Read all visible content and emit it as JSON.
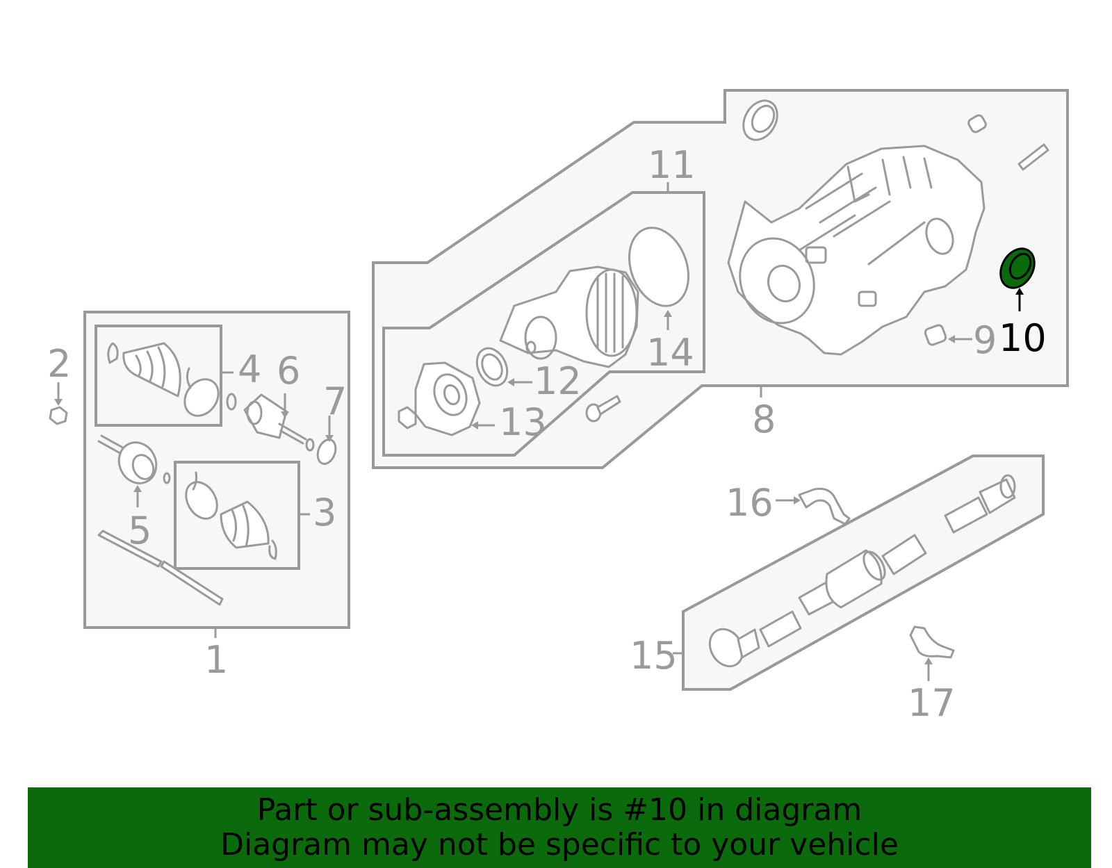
{
  "diagram": {
    "highlighted_callout": "10",
    "highlight_color": "#0b6a0b",
    "line_color": "#9a9a9a",
    "callouts": [
      "1",
      "2",
      "3",
      "4",
      "5",
      "6",
      "7",
      "8",
      "9",
      "10",
      "11",
      "12",
      "13",
      "14",
      "15",
      "16",
      "17"
    ]
  },
  "banner": {
    "line1": "Part or sub-assembly is #10 in diagram",
    "line2": "Diagram may not be specific to your vehicle",
    "background": "#0b6a0b"
  }
}
